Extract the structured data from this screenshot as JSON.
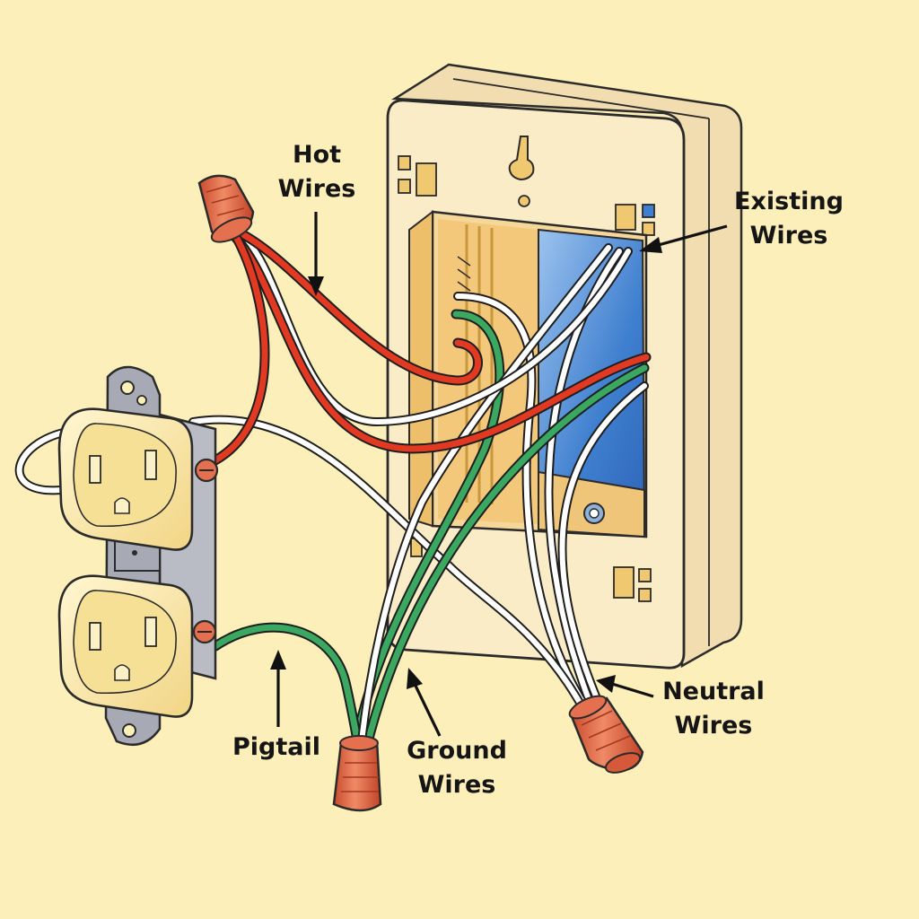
{
  "labels": {
    "hot": [
      "Hot",
      "Wires"
    ],
    "existing": [
      "Existing",
      "Wires"
    ],
    "neutral": [
      "Neutral",
      "Wires"
    ],
    "ground": [
      "Ground",
      "Wires"
    ],
    "pigtail": [
      "Pigtail"
    ]
  },
  "colors": {
    "background": "#fdefb9",
    "box": "#fbecc8",
    "box_interior": "#f3c87a",
    "hot_wire": "#e23a22",
    "neutral_wire": "#ffffff",
    "ground_wire": "#3aa860",
    "wire_nut": "#e4704f",
    "receptacle_face": "#f8e6a2",
    "yoke": "#a7aab4",
    "blue_wall": "#3f7fcf"
  }
}
